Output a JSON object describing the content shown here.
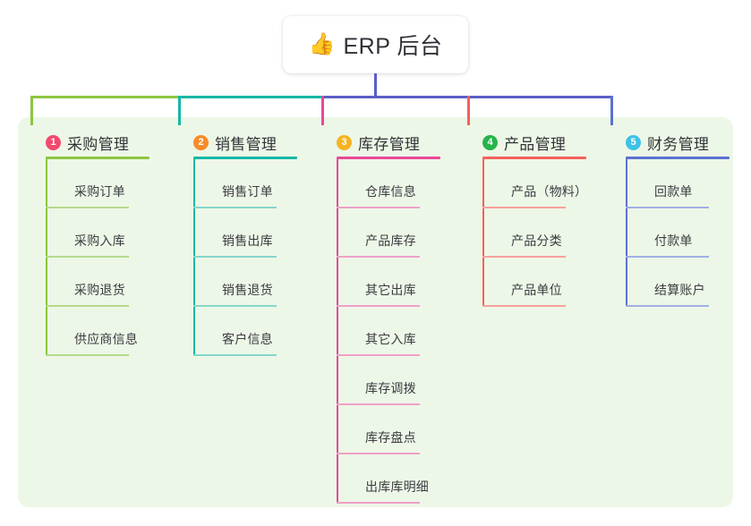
{
  "title": {
    "icon": "thumbs-up-icon",
    "emoji": "👍",
    "text": "ERP 后台"
  },
  "theme": {
    "panel_bg": "#edf7e7",
    "card_bg": "#ffffff",
    "text": "#333438",
    "trunk_center": "#5b5fc7"
  },
  "connector": {
    "center_color": "#5b5fc7",
    "segment_colors": [
      "#8cc63f",
      "#17b8a6",
      "#5b5fc7",
      "#5b5fc7",
      "#5b5fc7"
    ],
    "drop_colors": [
      "#8cc63f",
      "#17b8a6",
      "#e8499a",
      "#f4605c",
      "#5b72d4"
    ]
  },
  "columns": [
    {
      "number": "1",
      "label": "采购管理",
      "badge_color": "#f24a6e",
      "line_color": "#8cc63f",
      "leaf_line_color": "#b6d98c",
      "items": [
        {
          "label": "采购订单"
        },
        {
          "label": "采购入库"
        },
        {
          "label": "采购退货"
        },
        {
          "label": "供应商信息"
        }
      ]
    },
    {
      "number": "2",
      "label": "销售管理",
      "badge_color": "#f78c28",
      "line_color": "#17b8a6",
      "leaf_line_color": "#86d6cc",
      "items": [
        {
          "label": "销售订单"
        },
        {
          "label": "销售出库"
        },
        {
          "label": "销售退货"
        },
        {
          "label": "客户信息"
        }
      ]
    },
    {
      "number": "3",
      "label": "库存管理",
      "badge_color": "#f5b423",
      "line_color": "#e8499a",
      "leaf_line_color": "#efa0c8",
      "items": [
        {
          "label": "仓库信息"
        },
        {
          "label": "产品库存"
        },
        {
          "label": "其它出库"
        },
        {
          "label": "其它入库"
        },
        {
          "label": "库存调拨"
        },
        {
          "label": "库存盘点"
        },
        {
          "label": "出库库明细"
        }
      ]
    },
    {
      "number": "4",
      "label": "产品管理",
      "badge_color": "#27b34a",
      "line_color": "#f4605c",
      "leaf_line_color": "#f7a09c",
      "items": [
        {
          "label": "产品（物料）"
        },
        {
          "label": "产品分类"
        },
        {
          "label": "产品单位"
        }
      ]
    },
    {
      "number": "5",
      "label": "财务管理",
      "badge_color": "#3ec2e8",
      "line_color": "#5b72d4",
      "leaf_line_color": "#9fb0e4",
      "items": [
        {
          "label": "回款单"
        },
        {
          "label": "付款单"
        },
        {
          "label": "结算账户"
        }
      ]
    }
  ]
}
